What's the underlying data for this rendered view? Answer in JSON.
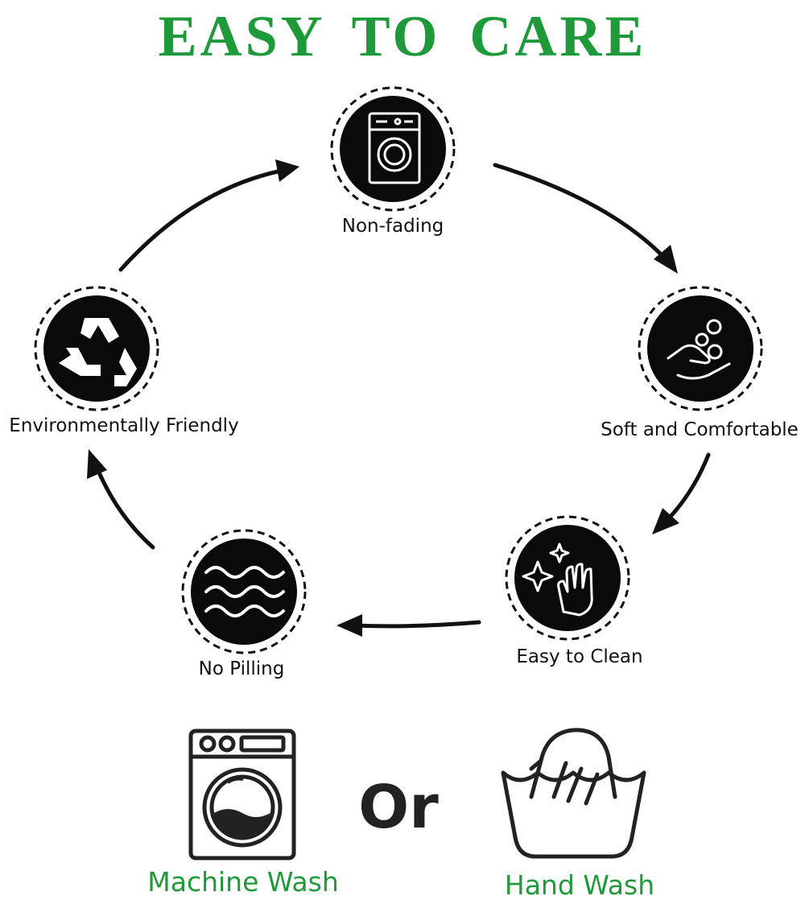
{
  "title": "EASY TO CARE",
  "features": [
    {
      "key": "non-fading",
      "label": "Non-fading",
      "icon": "washing-machine-icon"
    },
    {
      "key": "soft",
      "label": "Soft and Comfortable",
      "icon": "hand-bubbles-icon"
    },
    {
      "key": "easy-clean",
      "label": "Easy to Clean",
      "icon": "sparkle-hand-icon"
    },
    {
      "key": "no-pilling",
      "label": "No Pilling",
      "icon": "waves-icon"
    },
    {
      "key": "eco",
      "label": "Environmentally Friendly",
      "icon": "recycle-icon"
    }
  ],
  "wash": {
    "machine_label": "Machine Wash",
    "or_text": "Or",
    "hand_label": "Hand Wash"
  },
  "colors": {
    "accent": "#1f9a3a",
    "ink": "#111111"
  }
}
